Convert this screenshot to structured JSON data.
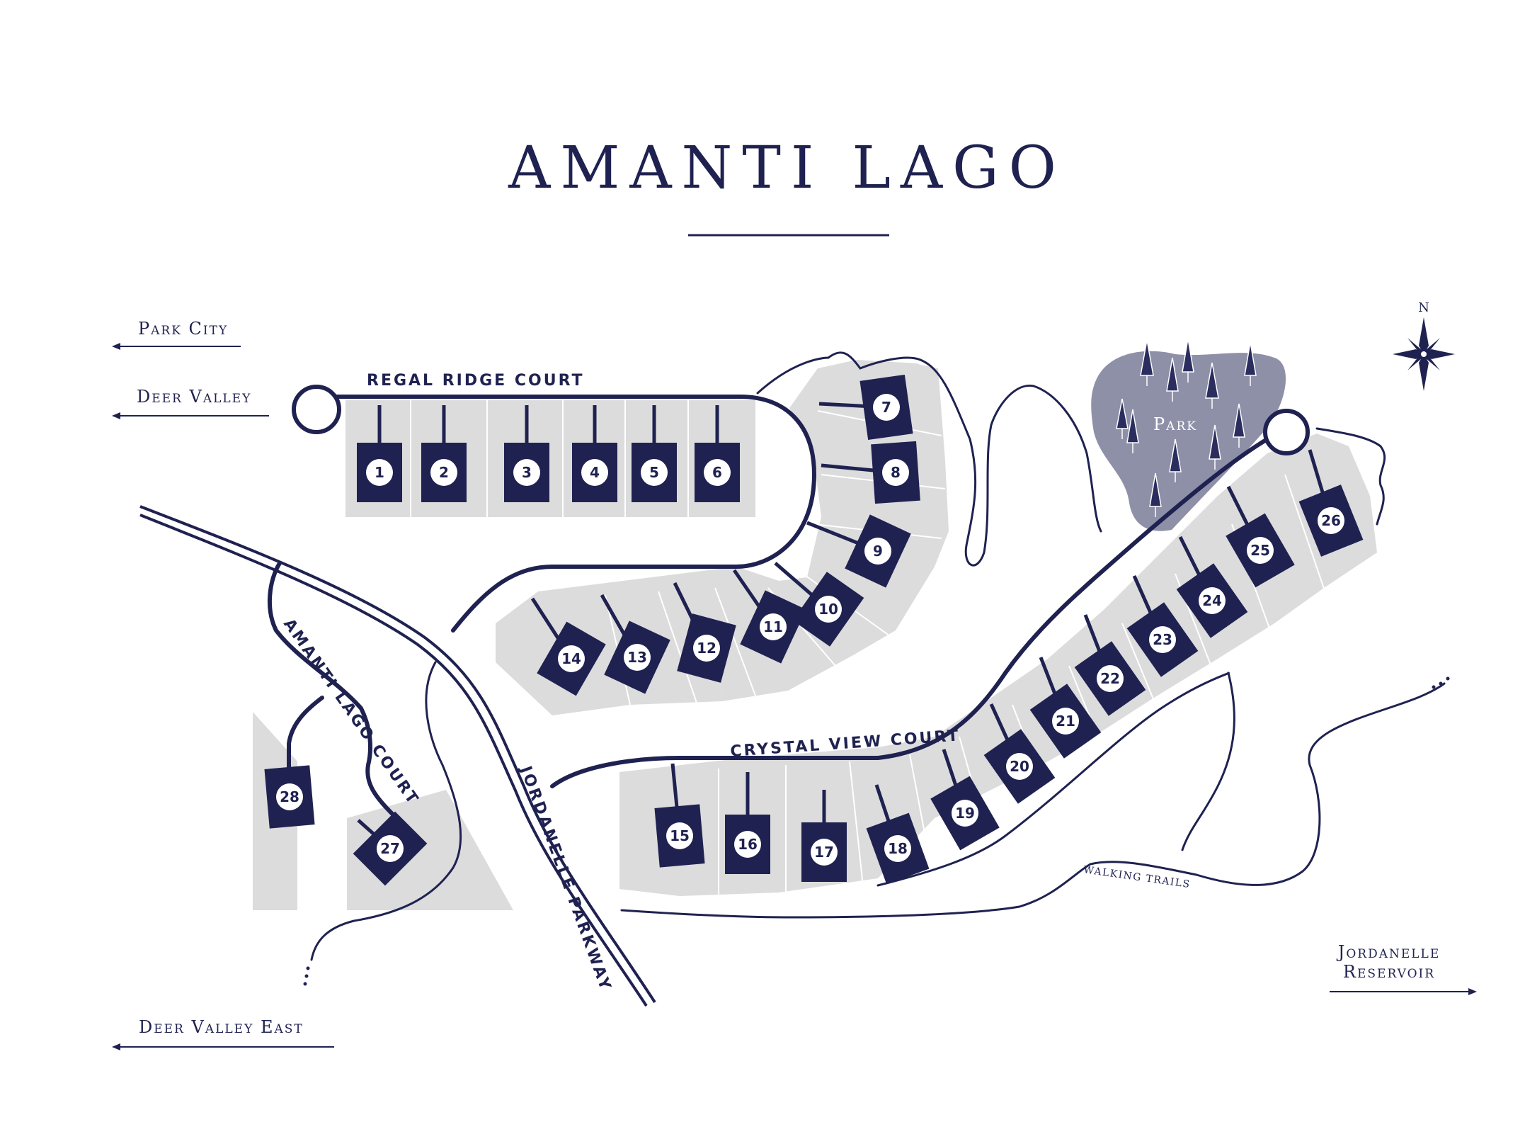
{
  "title": "AMANTI LAGO",
  "colors": {
    "navy": "#1f2250",
    "lot_gray": "#dcdcdd",
    "park_gray": "#8e90a8",
    "background": "#ffffff"
  },
  "destinations": {
    "park_city": "Park City",
    "deer_valley": "Deer Valley",
    "deer_valley_east": "Deer Valley East",
    "jordanelle_line1": "Jordanelle",
    "jordanelle_line2": "Reservoir"
  },
  "roads": {
    "regal_ridge": "REGAL RIDGE COURT",
    "crystal_view": "CRYSTAL VIEW COURT",
    "amanti_lago_court": "AMANTI LAGO COURT",
    "jordanelle_parkway": "JORDANELLE PARKWAY"
  },
  "park": {
    "label": "Park"
  },
  "trails": {
    "label": "WALKING TRAILS"
  },
  "compass": {
    "north": "N",
    "icon": "compass-rose-icon"
  },
  "lots": [
    "1",
    "2",
    "3",
    "4",
    "5",
    "6",
    "7",
    "8",
    "9",
    "10",
    "11",
    "12",
    "13",
    "14",
    "15",
    "16",
    "17",
    "18",
    "19",
    "20",
    "21",
    "22",
    "23",
    "24",
    "25",
    "26",
    "27",
    "28"
  ]
}
